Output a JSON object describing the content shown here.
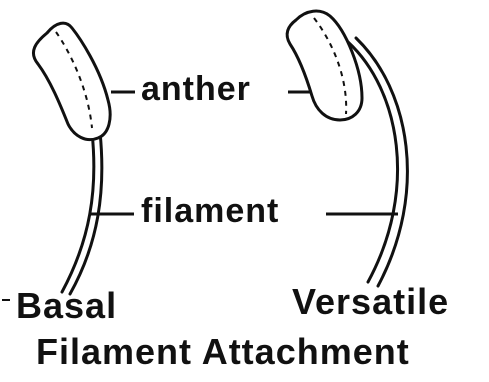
{
  "labels": {
    "anther": "anther",
    "filament": "filament",
    "basal": "Basal",
    "versatile": "Versatile",
    "caption": "Filament Attachment"
  }
}
